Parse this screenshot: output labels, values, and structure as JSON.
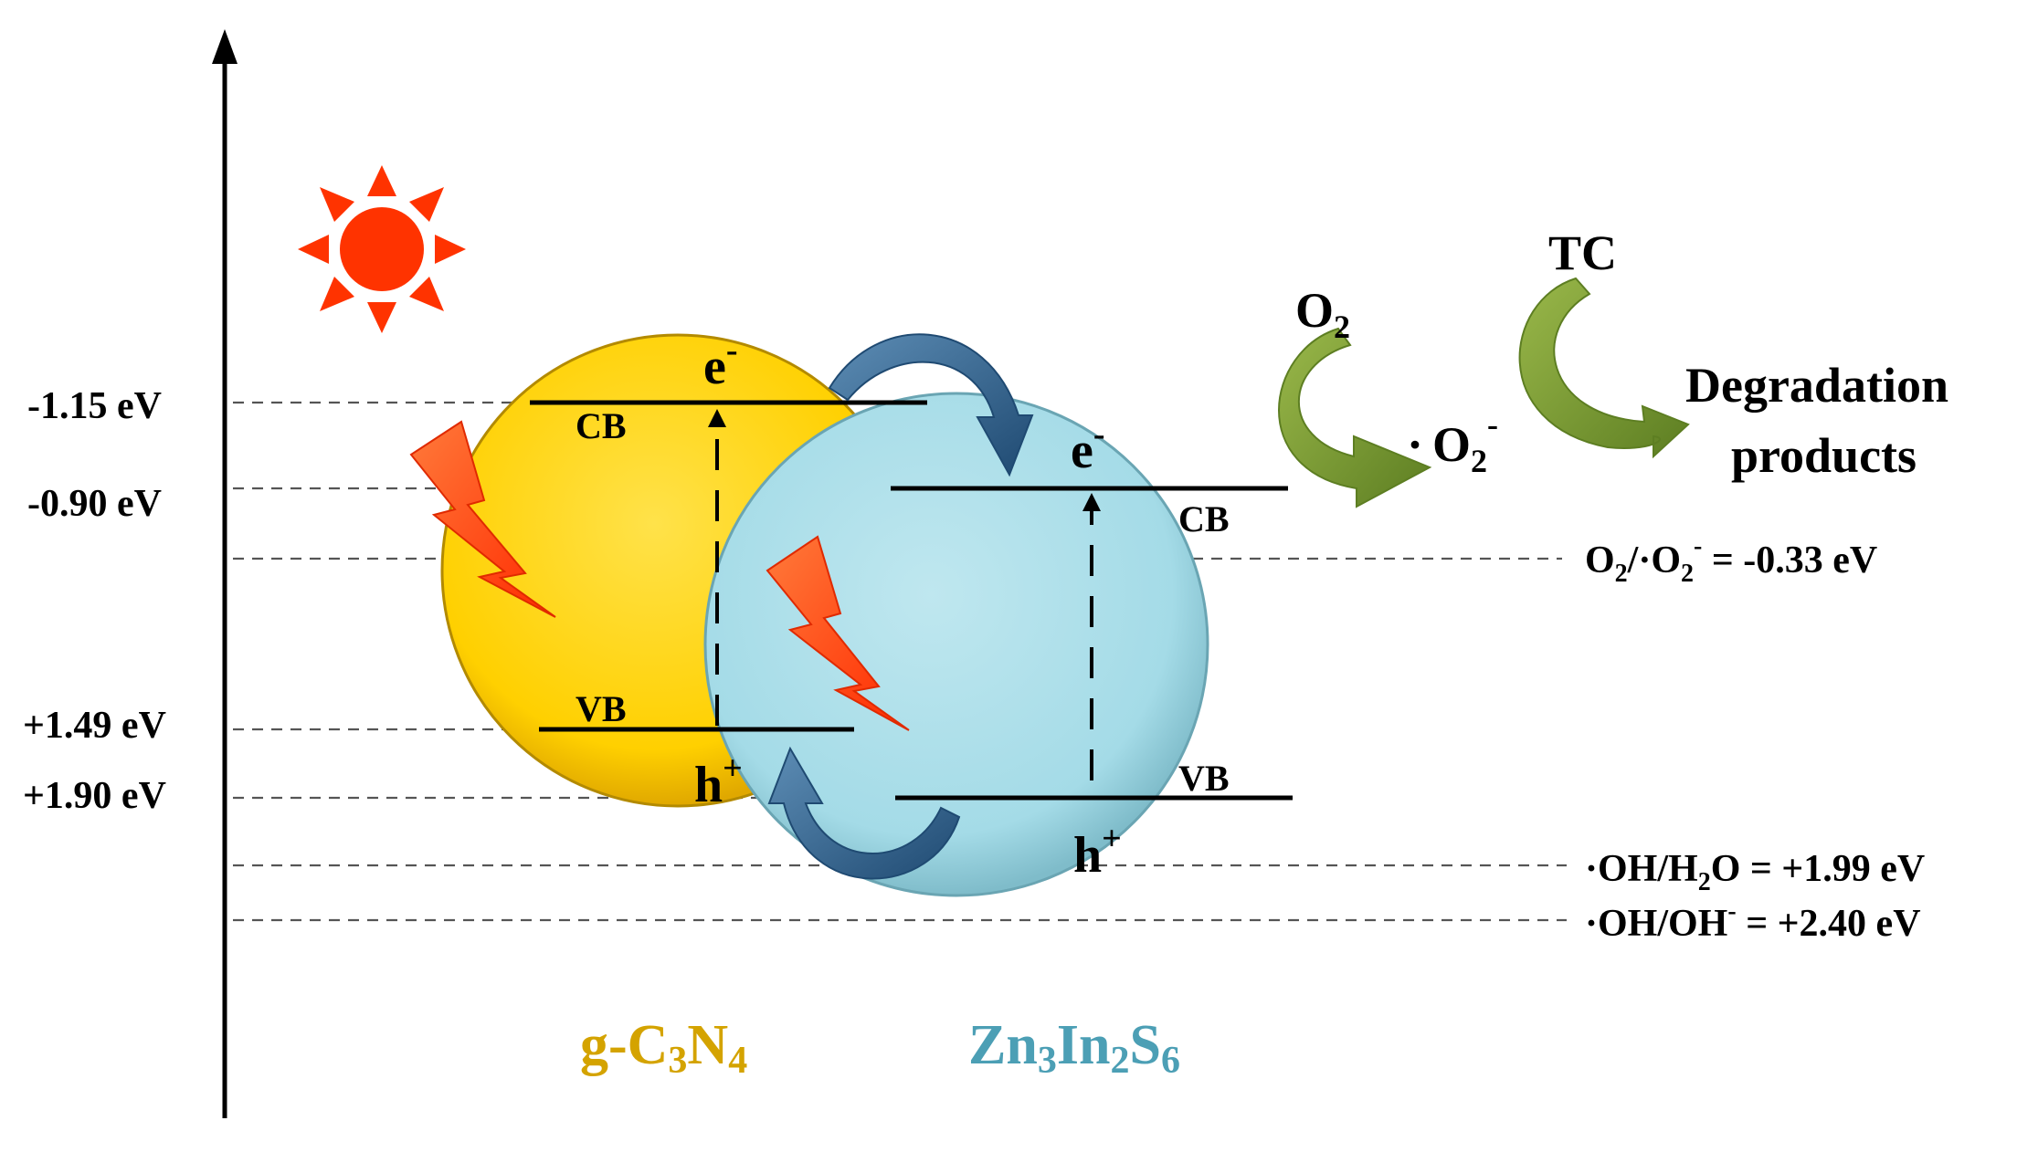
{
  "energy_levels": {
    "cb_gcn": "-1.15 eV",
    "cb_zis": "-0.90 eV",
    "vb_gcn": "+1.49 eV",
    "vb_zis": "+1.90 eV"
  },
  "materials": {
    "left": {
      "name_base1": "g-C",
      "name_sub1": "3",
      "name_base2": "N",
      "name_sub2": "4",
      "color": "#ffd400"
    },
    "right": {
      "name_base1": "Zn",
      "name_sub1": "3",
      "name_base2": "In",
      "name_sub2": "2",
      "name_base3": "S",
      "name_sub3": "6",
      "color": "#a8dde8"
    }
  },
  "labels": {
    "cb": "CB",
    "vb": "VB",
    "electron": "e",
    "electron_sup": "-",
    "hole": "h",
    "hole_sup": "+"
  },
  "reactions": {
    "o2": "O",
    "o2_sub": "2",
    "superoxide_dot": "·",
    "superoxide_base": "O",
    "superoxide_sub": "2",
    "superoxide_sup": "-",
    "tc": "TC",
    "products_line1": "Degradation",
    "products_line2": "products"
  },
  "potentials": {
    "o2_superoxide": {
      "p1": "O",
      "p1_sub": "2",
      "p2": "/·O",
      "p2_sub": "2",
      "p2_sup": "-",
      "value": " = -0.33 eV"
    },
    "oh_h2o": {
      "p1": "·OH/H",
      "p1_sub": "2",
      "p2": "O = +1.99 eV"
    },
    "oh_oh": {
      "p1": "·OH/OH",
      "p1_sup": "-",
      "p2": " = +2.40 eV"
    }
  },
  "colors": {
    "sun": "#ff3300",
    "lightning": "#ff3300",
    "transfer_arrow": "#2f5f88",
    "reaction_arrow": "#7a9a32",
    "gcn_text": "#d4a300",
    "zis_text": "#4c9fb5"
  }
}
